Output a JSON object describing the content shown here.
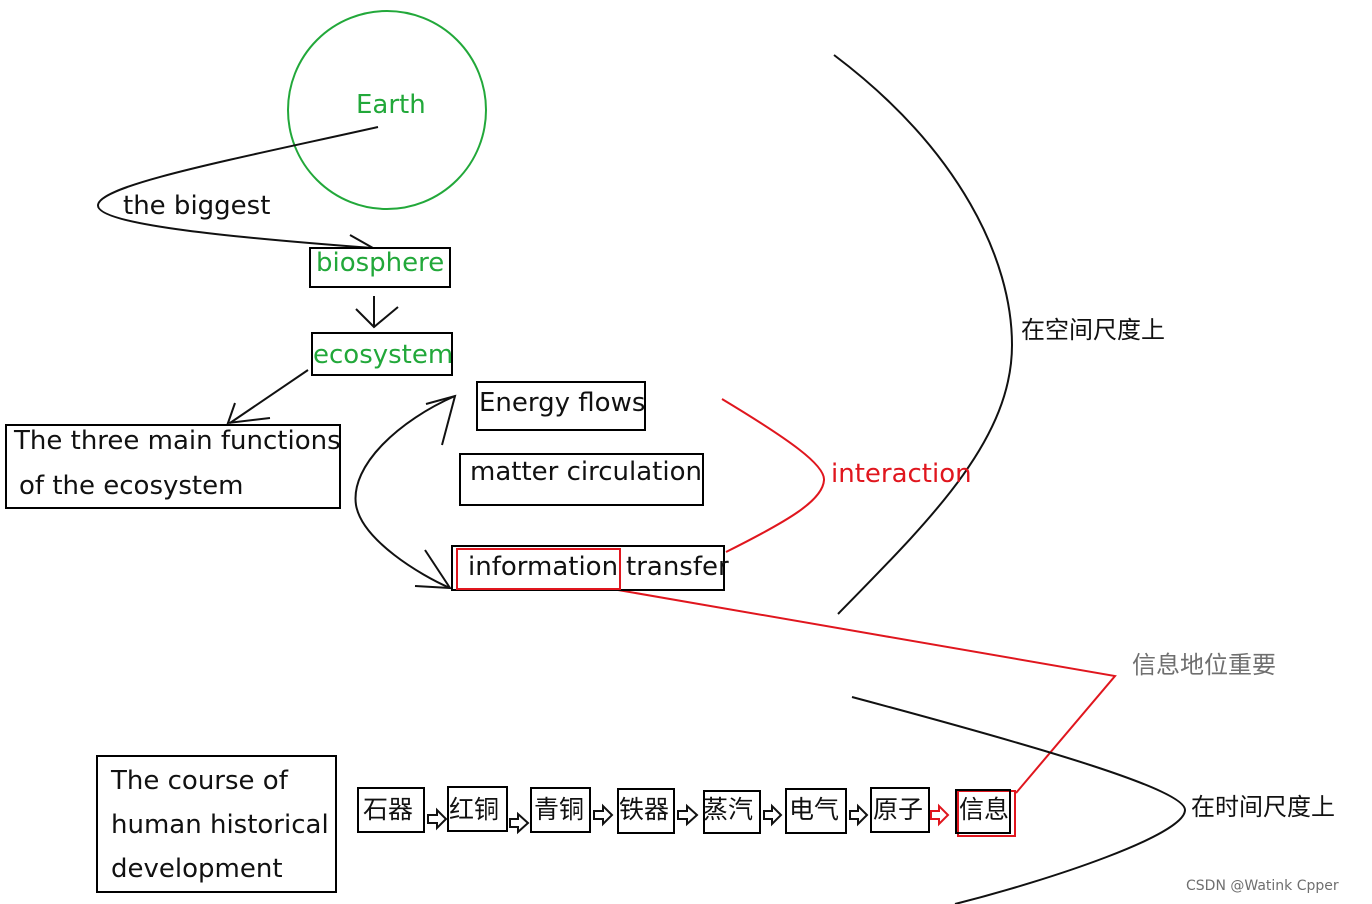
{
  "colors": {
    "green": "#22a83a",
    "red": "#e0161e",
    "black": "#111111",
    "grey": "#6f6f6f"
  },
  "labels": {
    "earth": "Earth",
    "the_biggest": "the biggest",
    "biosphere": "biosphere",
    "ecosystem": "ecosystem",
    "three_main_functions_line1": "The three main functions",
    "three_main_functions_line2": "of the ecosystem",
    "energy_flows": "Energy flows",
    "matter_circulation": "matter circulation",
    "information": "information",
    "transfer": "transfer",
    "interaction": "interaction",
    "spatial_scale": "在空间尺度上",
    "info_status_important": "信息地位重要",
    "temporal_scale": "在时间尺度上",
    "history_line1": "The course of",
    "history_line2": "human historical",
    "history_line3": "development"
  },
  "history_stages": [
    "石器",
    "红铜",
    "青铜",
    "铁器",
    "蒸汽",
    "电气",
    "原子",
    "信息"
  ],
  "watermark": "CSDN @Watink Cpper"
}
